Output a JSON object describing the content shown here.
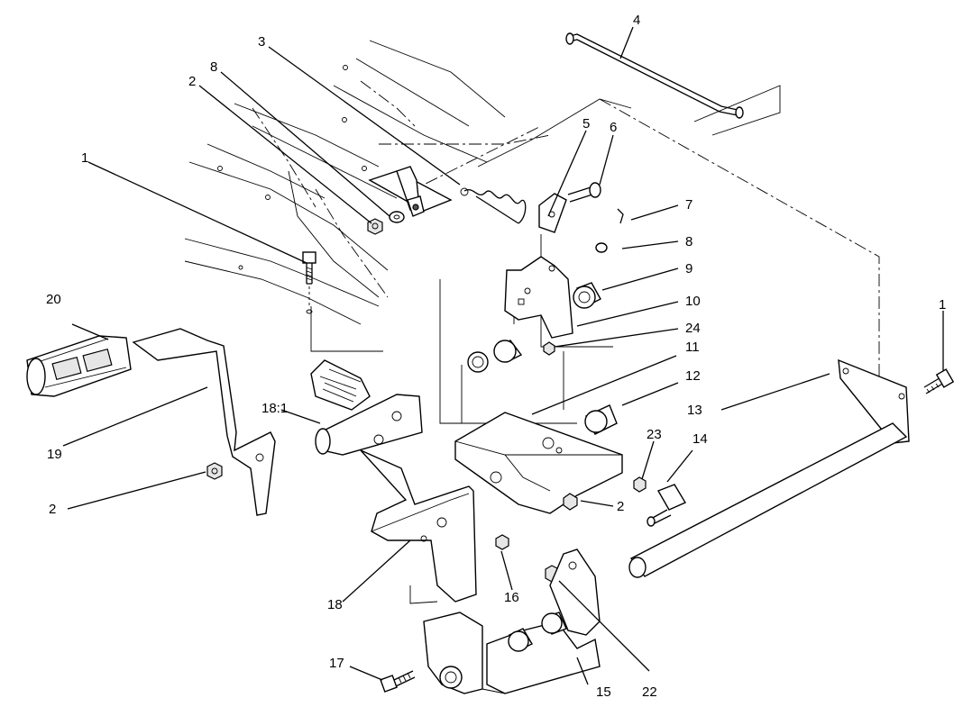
{
  "callouts": [
    {
      "id": "c1a",
      "text": "1"
    },
    {
      "id": "c1b",
      "text": "1"
    },
    {
      "id": "c2a",
      "text": "2"
    },
    {
      "id": "c2b",
      "text": "2"
    },
    {
      "id": "c2c",
      "text": "2"
    },
    {
      "id": "c3",
      "text": "3"
    },
    {
      "id": "c4",
      "text": "4"
    },
    {
      "id": "c5",
      "text": "5"
    },
    {
      "id": "c6",
      "text": "6"
    },
    {
      "id": "c7",
      "text": "7"
    },
    {
      "id": "c8a",
      "text": "8"
    },
    {
      "id": "c8b",
      "text": "8"
    },
    {
      "id": "c9",
      "text": "9"
    },
    {
      "id": "c10",
      "text": "10"
    },
    {
      "id": "c11",
      "text": "11"
    },
    {
      "id": "c12",
      "text": "12"
    },
    {
      "id": "c13",
      "text": "13"
    },
    {
      "id": "c14",
      "text": "14"
    },
    {
      "id": "c15",
      "text": "15"
    },
    {
      "id": "c16",
      "text": "16"
    },
    {
      "id": "c17",
      "text": "17"
    },
    {
      "id": "c18",
      "text": "18"
    },
    {
      "id": "c18_1",
      "text": "18:1"
    },
    {
      "id": "c19",
      "text": "19"
    },
    {
      "id": "c20",
      "text": "20"
    },
    {
      "id": "c22",
      "text": "22"
    },
    {
      "id": "c23",
      "text": "23"
    },
    {
      "id": "c24",
      "text": "24"
    }
  ]
}
